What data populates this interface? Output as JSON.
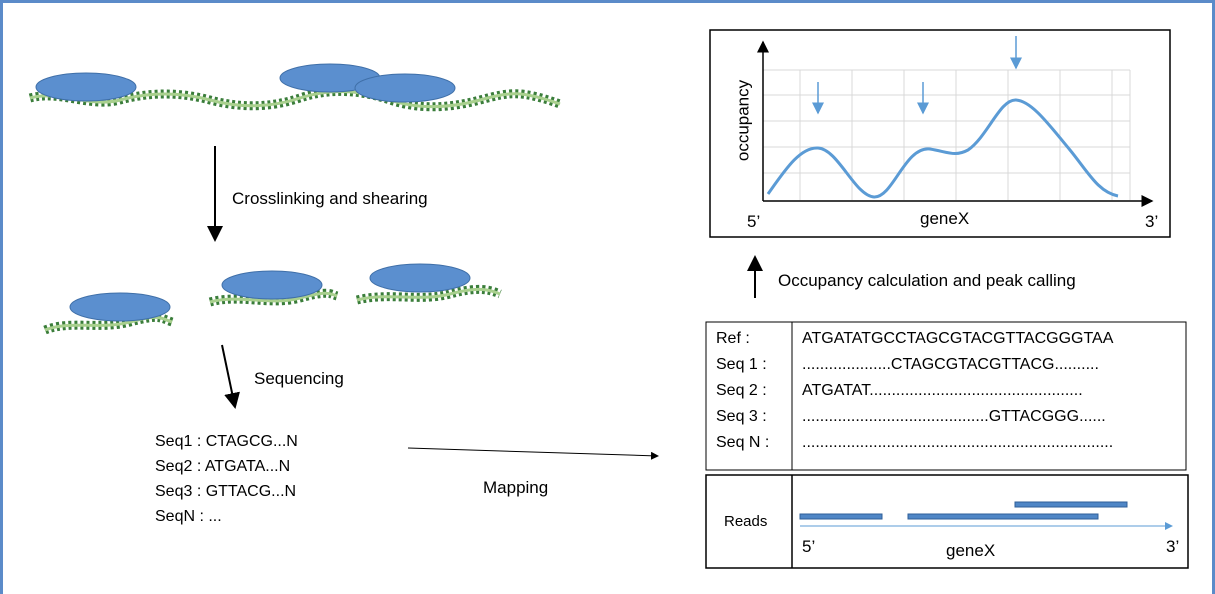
{
  "steps": {
    "crosslinking": "Crosslinking and shearing",
    "sequencing": "Sequencing",
    "mapping": "Mapping",
    "occupancy": "Occupancy calculation and peak calling"
  },
  "reads_list": [
    "Seq1 : CTAGCG...N",
    "Seq2 : ATGATA...N",
    "Seq3 : GTTACG...N",
    "SeqN : ..."
  ],
  "alignment": {
    "rows": [
      {
        "label": "Ref :",
        "seq": "ATGATATGCCTAGCGTACGTTACGGGTAA"
      },
      {
        "label": "Seq 1 :",
        "seq": "....................CTAGCGTACGTTACG.........."
      },
      {
        "label": "Seq 2 :",
        "seq": "ATGATAT................................................"
      },
      {
        "label": "Seq 3 :",
        "seq": "..........................................GTTACGGG......"
      },
      {
        "label": "Seq N :",
        "seq": "......................................................................"
      }
    ]
  },
  "reads_panel": {
    "label": "Reads",
    "start": "5’",
    "gene": "geneX",
    "end": "3’"
  },
  "occupancy_plot": {
    "ylabel": "occupancy",
    "xlabel": "geneX",
    "start": "5’",
    "end": "3’"
  },
  "colors": {
    "protein": "#5b8fcf",
    "dna": "#3a7d3a",
    "curve": "#5b9bd5",
    "frame": "#5b8bc9"
  }
}
